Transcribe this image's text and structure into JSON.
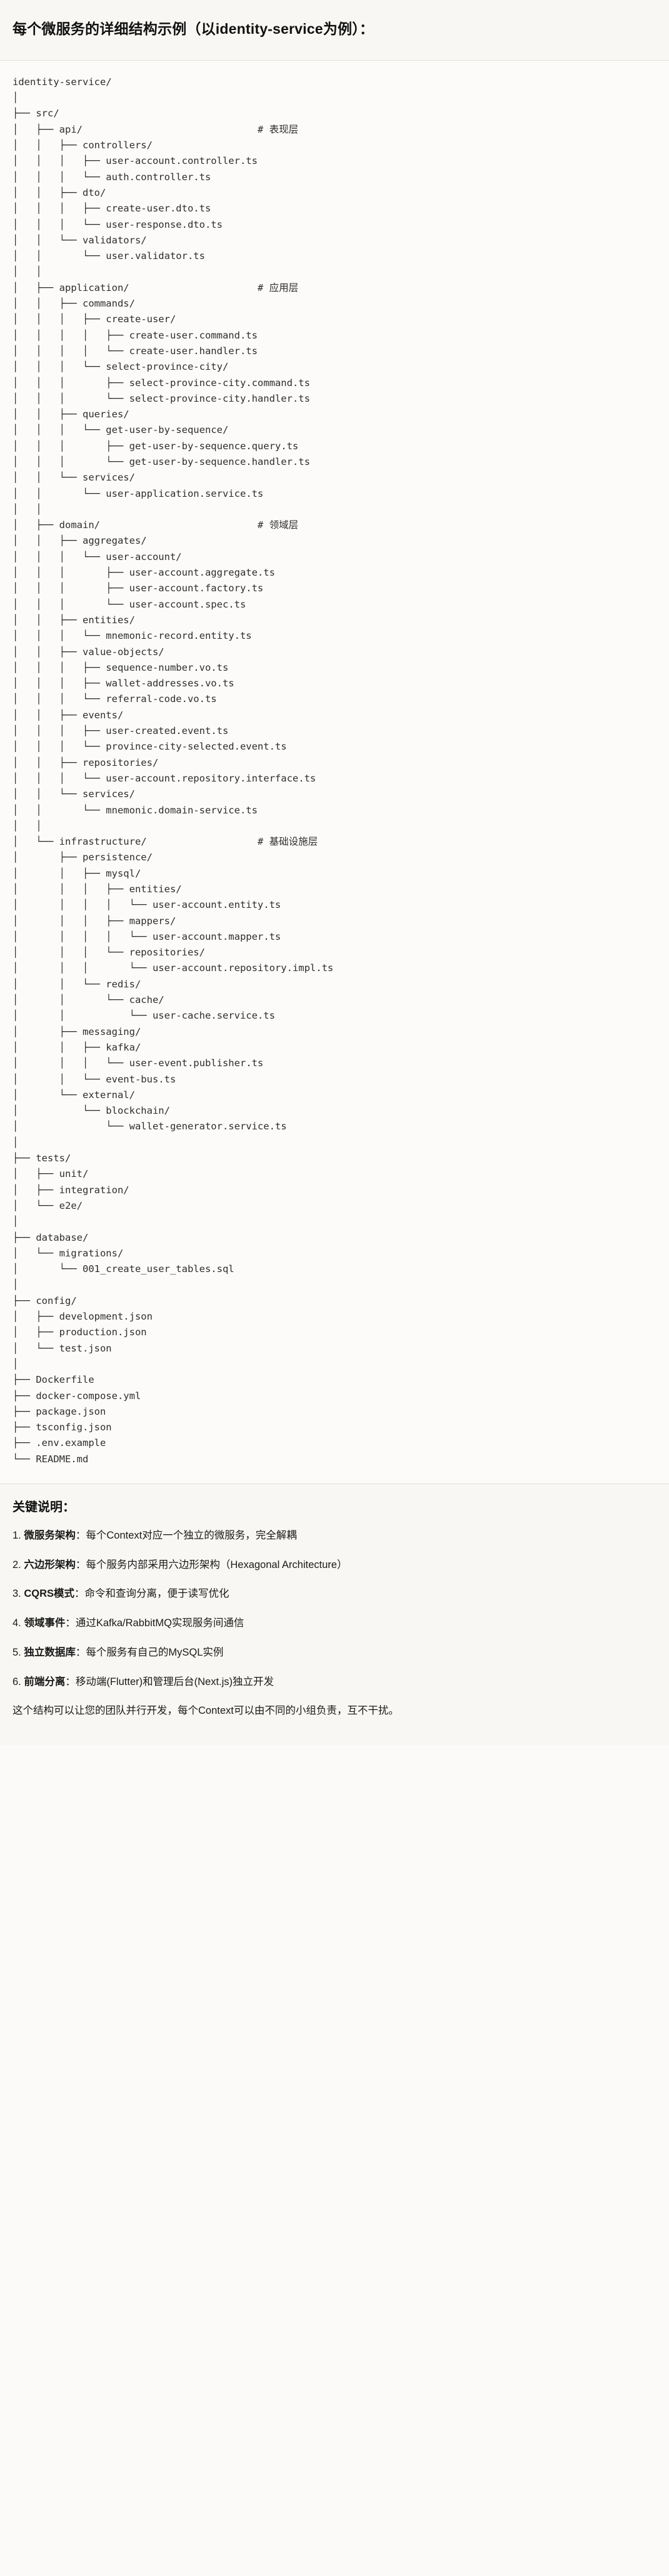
{
  "heading": {
    "title": "每个微服务的详细结构示例（以identity-service为例）："
  },
  "tree": {
    "root": "identity-service/",
    "comments": {
      "api": "# 表现层",
      "application": "# 应用层",
      "domain": "# 领域层",
      "infrastructure": "# 基础设施层"
    },
    "text": "identity-service/\n│\n├── src/\n│   ├── api/                              # 表现层\n│   │   ├── controllers/\n│   │   │   ├── user-account.controller.ts\n│   │   │   └── auth.controller.ts\n│   │   ├── dto/\n│   │   │   ├── create-user.dto.ts\n│   │   │   └── user-response.dto.ts\n│   │   └── validators/\n│   │       └── user.validator.ts\n│   │\n│   ├── application/                      # 应用层\n│   │   ├── commands/\n│   │   │   ├── create-user/\n│   │   │   │   ├── create-user.command.ts\n│   │   │   │   └── create-user.handler.ts\n│   │   │   └── select-province-city/\n│   │   │       ├── select-province-city.command.ts\n│   │   │       └── select-province-city.handler.ts\n│   │   ├── queries/\n│   │   │   └── get-user-by-sequence/\n│   │   │       ├── get-user-by-sequence.query.ts\n│   │   │       └── get-user-by-sequence.handler.ts\n│   │   └── services/\n│   │       └── user-application.service.ts\n│   │\n│   ├── domain/                           # 领域层\n│   │   ├── aggregates/\n│   │   │   └── user-account/\n│   │   │       ├── user-account.aggregate.ts\n│   │   │       ├── user-account.factory.ts\n│   │   │       └── user-account.spec.ts\n│   │   ├── entities/\n│   │   │   └── mnemonic-record.entity.ts\n│   │   ├── value-objects/\n│   │   │   ├── sequence-number.vo.ts\n│   │   │   ├── wallet-addresses.vo.ts\n│   │   │   └── referral-code.vo.ts\n│   │   ├── events/\n│   │   │   ├── user-created.event.ts\n│   │   │   └── province-city-selected.event.ts\n│   │   ├── repositories/\n│   │   │   └── user-account.repository.interface.ts\n│   │   └── services/\n│   │       └── mnemonic.domain-service.ts\n│   │\n│   └── infrastructure/                   # 基础设施层\n│       ├── persistence/\n│       │   ├── mysql/\n│       │   │   ├── entities/\n│       │   │   │   └── user-account.entity.ts\n│       │   │   ├── mappers/\n│       │   │   │   └── user-account.mapper.ts\n│       │   │   └── repositories/\n│       │   │       └── user-account.repository.impl.ts\n│       │   └── redis/\n│       │       └── cache/\n│       │           └── user-cache.service.ts\n│       ├── messaging/\n│       │   ├── kafka/\n│       │   │   └── user-event.publisher.ts\n│       │   └── event-bus.ts\n│       └── external/\n│           └── blockchain/\n│               └── wallet-generator.service.ts\n│\n├── tests/\n│   ├── unit/\n│   ├── integration/\n│   └── e2e/\n│\n├── database/\n│   └── migrations/\n│       └── 001_create_user_tables.sql\n│\n├── config/\n│   ├── development.json\n│   ├── production.json\n│   └── test.json\n│\n├── Dockerfile\n├── docker-compose.yml\n├── package.json\n├── tsconfig.json\n├── .env.example\n└── README.md"
  },
  "notes": {
    "title": "关键说明：",
    "items": [
      "1. 微服务架构：每个Context对应一个独立的微服务，完全解耦",
      "2. 六边形架构：每个服务内部采用六边形架构（Hexagonal Architecture）",
      "3. CQRS模式：命令和查询分离，便于读写优化",
      "4. 领域事件：通过Kafka/RabbitMQ实现服务间通信",
      "5. 独立数据库：每个服务有自己的MySQL实例",
      "6. 前端分离：移动端(Flutter)和管理后台(Next.js)独立开发"
    ],
    "items_bold": [
      "微服务架构",
      "六边形架构",
      "CQRS模式",
      "领域事件",
      "独立数据库",
      "前端分离"
    ],
    "footer": "这个结构可以让您的团队并行开发，每个Context可以由不同的小组负责，互不干扰。"
  }
}
